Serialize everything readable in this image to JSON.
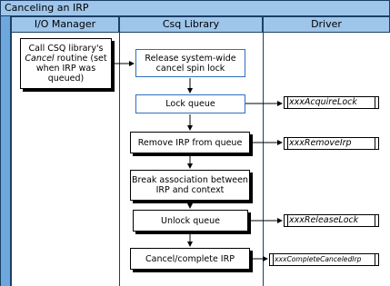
{
  "title": "Canceling an IRP",
  "lanes": [
    "I/O Manager",
    "Csq Library",
    "Driver"
  ],
  "io_manager": {
    "box_prefix": "Call CSQ library's",
    "box_emphasis": "Cancel",
    "box_suffix": "routine (set when IRP was queued)"
  },
  "steps": [
    "Release system-wide cancel spin lock",
    "Lock queue",
    "Remove IRP from queue",
    "Break association between IRP and context",
    "Unlock queue",
    "Cancel/complete IRP"
  ],
  "driver_routines": [
    "xxxAcquireLock",
    "xxxRemoveIrp",
    "xxxReleaseLock",
    "xxxCompleteCanceledIrp"
  ],
  "colors": {
    "lane_header": "#9ec5ea",
    "stripe": "#6ea7dc",
    "border": "#1b3f66",
    "blue_box_border": "#2c6fc0"
  }
}
